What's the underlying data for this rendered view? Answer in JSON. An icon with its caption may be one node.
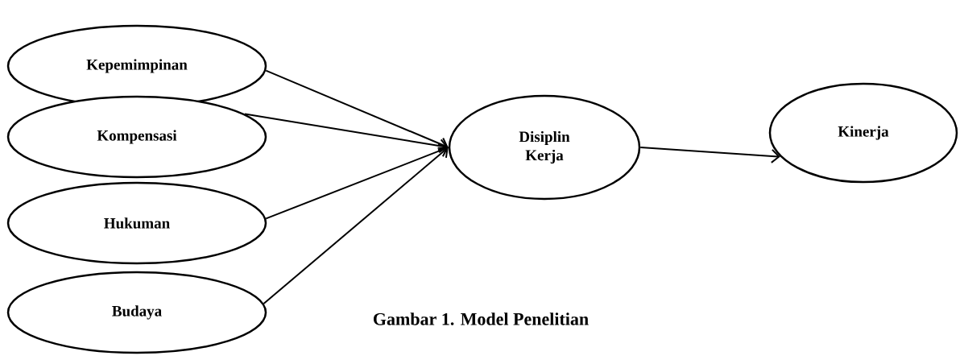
{
  "diagram": {
    "caption": "Gambar 1. Model Penelitian",
    "nodes": [
      {
        "text": [
          "Kepemimpinan"
        ]
      },
      {
        "text": [
          "Kompensasi"
        ]
      },
      {
        "text": [
          "Hukuman"
        ]
      },
      {
        "text": [
          "Budaya"
        ]
      },
      {
        "text": [
          "Disiplin Kerja"
        ]
      },
      {
        "text": [
          "Kinerja"
        ]
      }
    ],
    "edges": [
      {
        "from": 0,
        "to": 4,
        "arrow": "to"
      },
      {
        "from": 1,
        "to": 4,
        "arrow": "to"
      },
      {
        "from": 2,
        "to": 4,
        "arrow": "to"
      },
      {
        "from": 3,
        "to": 4,
        "arrow": "to"
      },
      {
        "from": 4,
        "to": 5,
        "arrow": "to"
      }
    ]
  }
}
